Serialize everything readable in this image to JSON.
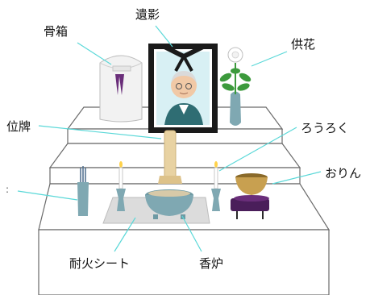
{
  "labels": {
    "kotsubako": "骨箱",
    "iei": "遺影",
    "kyouka": "供花",
    "ihai": "位牌",
    "rousoku": "ろうろく",
    "orin": "おりん",
    "left_cut": ":",
    "taika_sheet": "耐火シート",
    "kouro": "香炉"
  },
  "colors": {
    "leader_line": "#5ad8d8",
    "altar_fill": "#ffffff",
    "altar_stroke": "#6a6a6a",
    "frame": "#1a1a1a",
    "vase": "#7fa8b2",
    "purple": "#5a2a6a",
    "wood": "#e8d2a2",
    "bowl": "#c8a050",
    "sheet": "#dcdcdc"
  }
}
